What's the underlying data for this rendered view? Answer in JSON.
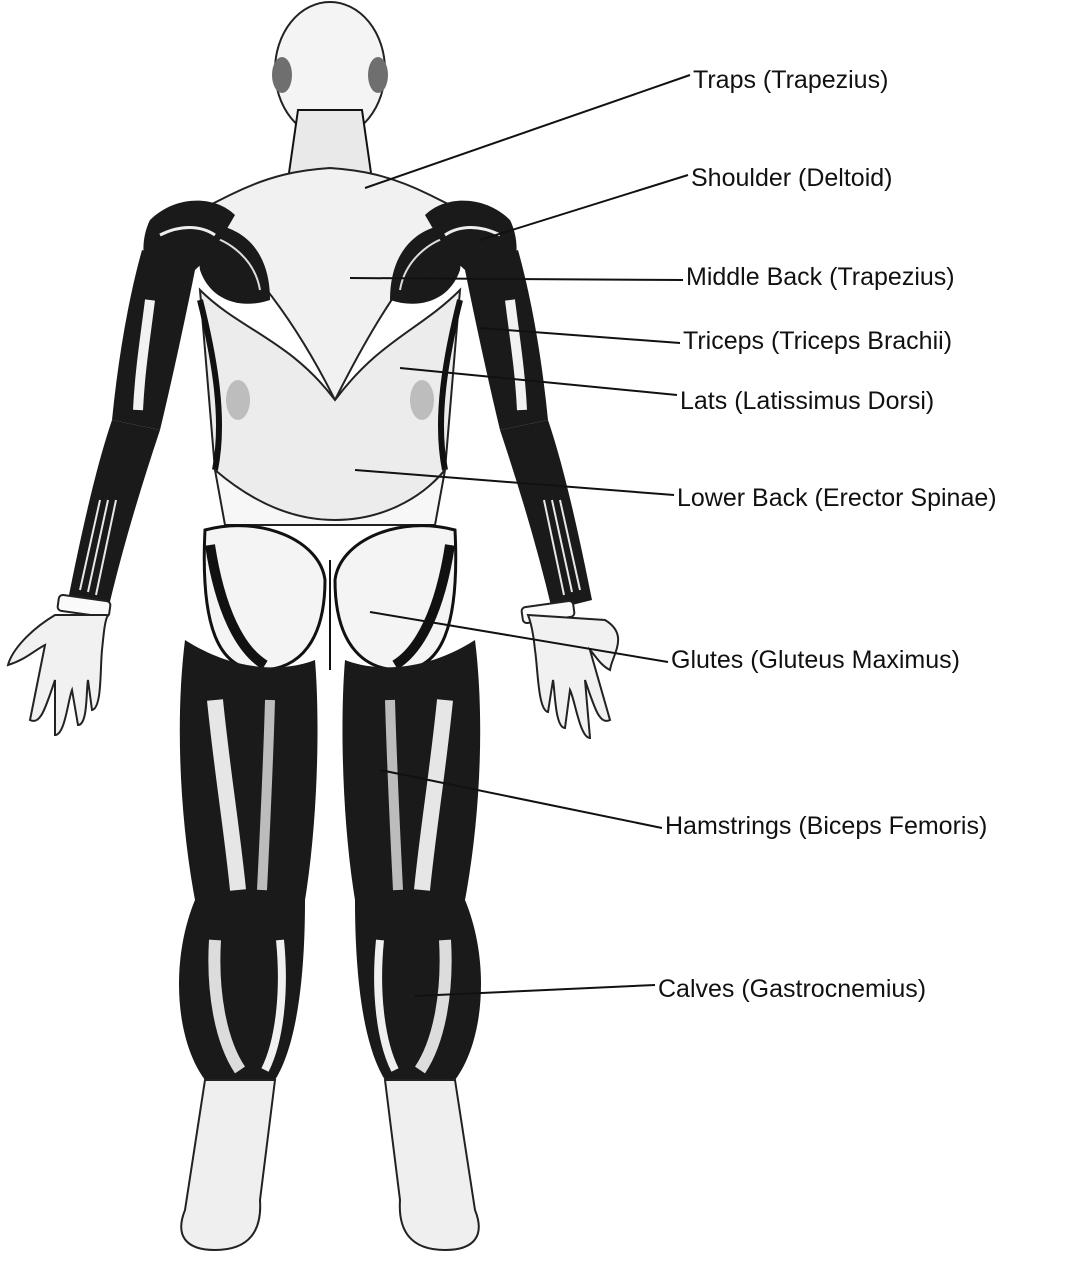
{
  "labels": [
    {
      "id": "traps",
      "text": "Traps (Trapezius)"
    },
    {
      "id": "shoulder",
      "text": "Shoulder (Deltoid)"
    },
    {
      "id": "middle-back",
      "text": "Middle Back (Trapezius)"
    },
    {
      "id": "triceps",
      "text": "Triceps (Triceps Brachii)"
    },
    {
      "id": "lats",
      "text": "Lats (Latissimus Dorsi)"
    },
    {
      "id": "lower-back",
      "text": "Lower Back (Erector Spinae)"
    },
    {
      "id": "glutes",
      "text": "Glutes (Gluteus Maximus)"
    },
    {
      "id": "hamstrings",
      "text": "Hamstrings (Biceps Femoris)"
    },
    {
      "id": "calves",
      "text": "Calves (Gastrocnemius)"
    }
  ]
}
